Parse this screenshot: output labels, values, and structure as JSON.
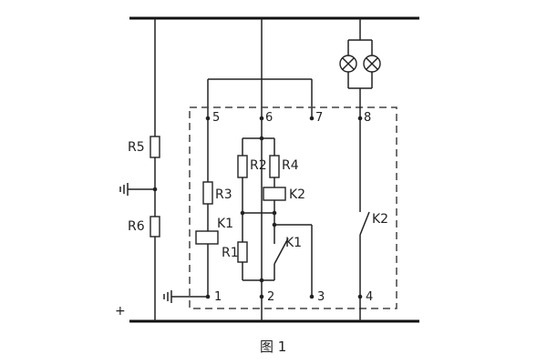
{
  "diagram": {
    "caption": "图 1",
    "polarity": "+",
    "resistors": {
      "r1": "R1",
      "r2": "R2",
      "r3": "R3",
      "r4": "R4",
      "r5": "R5",
      "r6": "R6"
    },
    "relays": {
      "k1_coil": "K1",
      "k1_contact": "K1",
      "k2_coil": "K2",
      "k2_contact": "K2"
    },
    "terminals": {
      "t1": "1",
      "t2": "2",
      "t3": "3",
      "t4": "4",
      "t5": "5",
      "t6": "6",
      "t7": "7",
      "t8": "8"
    }
  }
}
